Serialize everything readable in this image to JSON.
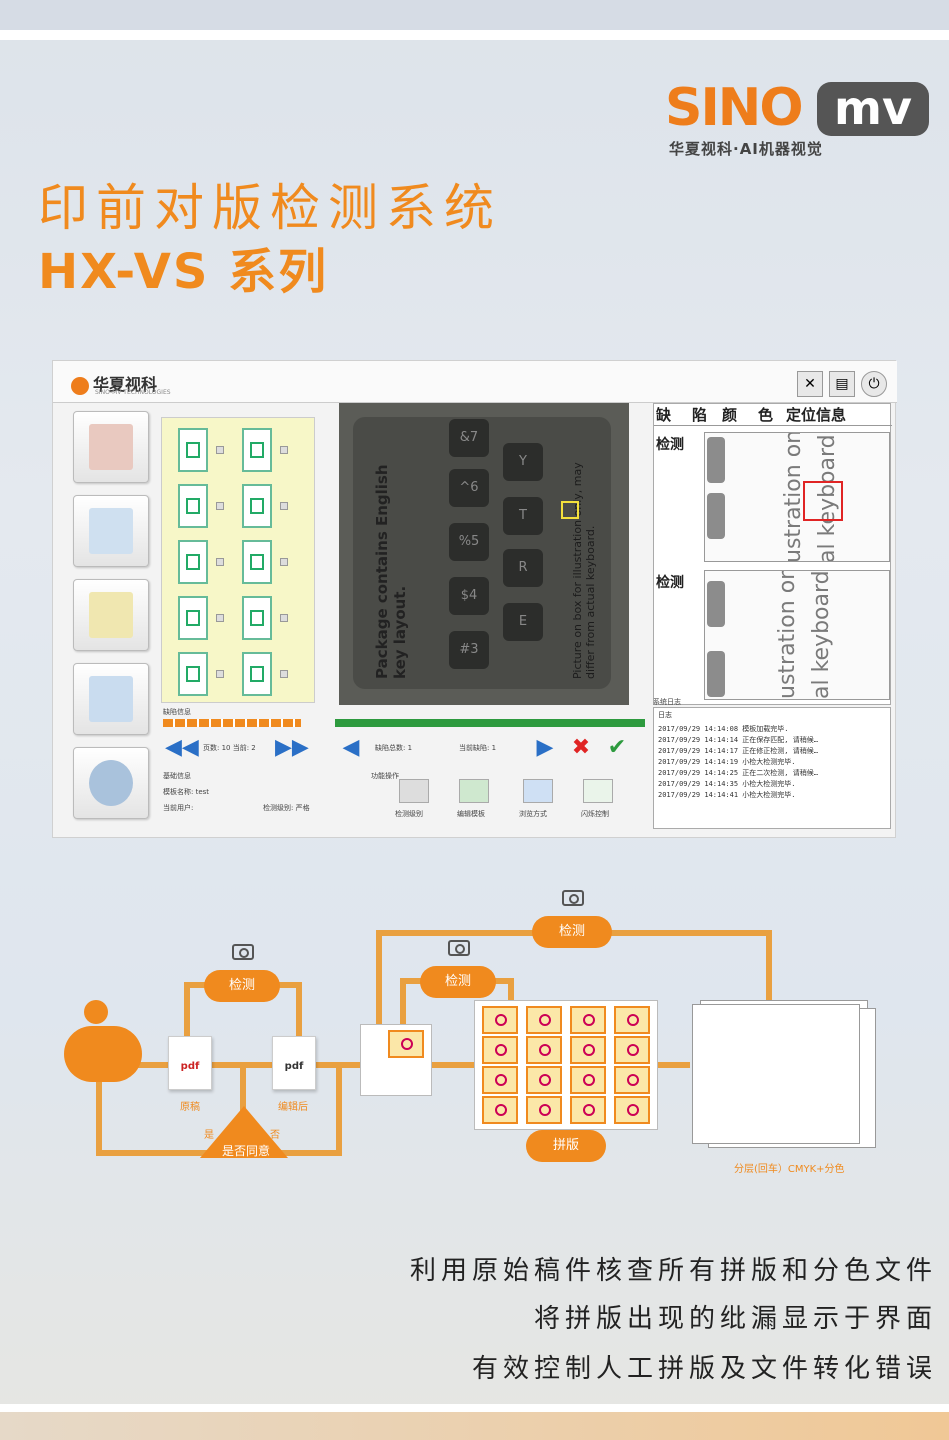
{
  "brand": {
    "logo_word": "SINO",
    "logo_box": "mv",
    "logo_sub": "华夏视科·AI机器视觉"
  },
  "title": {
    "line1": "印前对版检测系统",
    "line2": "HX-VS 系列"
  },
  "app": {
    "logo_text": "华夏视科",
    "logo_sub": "SINO-MV TECHNOLOGIES",
    "keyboard": {
      "text_main": "Package contains English key layout.",
      "text_note": "Picture on box for illustration only, may differ from actual keyboard.",
      "keys": [
        "#3",
        "$4",
        "%5",
        "^6",
        "&7",
        "E",
        "R",
        "T",
        "Y"
      ]
    },
    "defect_tabs": [
      "缺",
      "陷",
      "颜",
      "色",
      "定位信息"
    ],
    "detect_label": "检测",
    "detect_img_text1": "ustration onl",
    "detect_img_text2": "al keyboard.",
    "defect_info_label": "缺陷信息",
    "page_info": "页数: 10 当前: 2",
    "defect_total": "缺陷总数: 1",
    "current_defect": "当前缺陷: 1",
    "basic_info_label": "基础信息",
    "template_name": "模板名称: test",
    "current_user": "当前用户:",
    "detect_level": "检测级别: 严格",
    "function_label": "功能操作",
    "tools": [
      "检测级别",
      "编辑模板",
      "浏览方式",
      "闪烁控制"
    ],
    "log_title": "系统日志",
    "log_header": "日志",
    "logs": [
      {
        "time": "2017/09/29 14:14:08",
        "msg": "模板加载完毕."
      },
      {
        "time": "2017/09/29 14:14:14",
        "msg": "正在保存匹配, 请稍候…"
      },
      {
        "time": "2017/09/29 14:14:17",
        "msg": "正在修正检测, 请稍候…"
      },
      {
        "time": "2017/09/29 14:14:19",
        "msg": "小检大检测完毕."
      },
      {
        "time": "2017/09/29 14:14:25",
        "msg": "正在二次检测, 请稍候…"
      },
      {
        "time": "2017/09/29 14:14:35",
        "msg": "小检大检测完毕."
      },
      {
        "time": "2017/09/29 14:14:41",
        "msg": "小检大检测完毕."
      }
    ]
  },
  "flow": {
    "detect": "检测",
    "original": "原稿",
    "edited": "编辑后",
    "pdf": "pdf",
    "agree": "是否同意",
    "yes": "是",
    "no": "否",
    "imposition": "拼版",
    "separation": "分层(回车）CMYK+分色"
  },
  "taglines": [
    "利用原始稿件核查所有拼版和分色文件",
    "将拼版出现的纰漏显示于界面",
    "有效控制人工拼版及文件转化错误"
  ],
  "colors": {
    "accent": "#f08a1e",
    "brand_gray": "#555555",
    "green": "#2d9a3e",
    "red": "#e02424",
    "blue": "#2a6fc6"
  }
}
